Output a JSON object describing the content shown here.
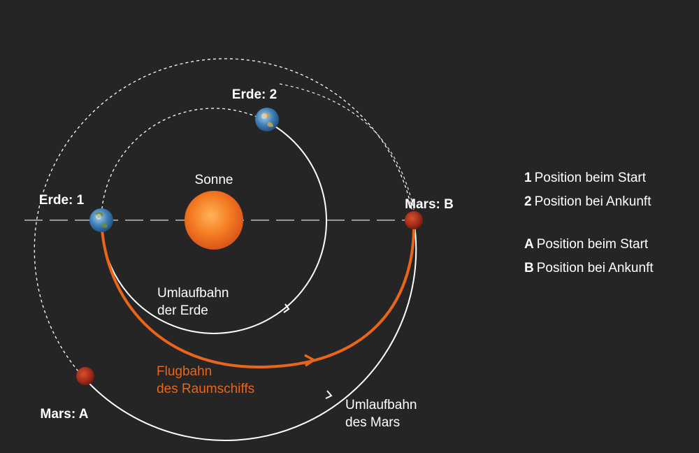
{
  "colors": {
    "background": "#252525",
    "orbit": "#ffffff",
    "trajectory": "#e8651a",
    "sun": "#f07a22",
    "earth": "#3f7fb8",
    "mars": "#a52d1a"
  },
  "labels": {
    "sun": "Sonne",
    "earth_1": "Erde: 1",
    "earth_2": "Erde: 2",
    "mars_a": "Mars: A",
    "mars_b": "Mars: B",
    "earth_orbit_line1": "Umlaufbahn",
    "earth_orbit_line2": "der Erde",
    "mars_orbit_line1": "Umlaufbahn",
    "mars_orbit_line2": "des Mars",
    "trajectory_line1": "Flugbahn",
    "trajectory_line2": "des Raumschiffs"
  },
  "legend": [
    {
      "key": "1",
      "text": "Position beim Start"
    },
    {
      "key": "2",
      "text": "Position bei Ankunft"
    },
    {
      "key": "A",
      "text": "Position beim Start"
    },
    {
      "key": "B",
      "text": "Position bei Ankunft"
    }
  ]
}
